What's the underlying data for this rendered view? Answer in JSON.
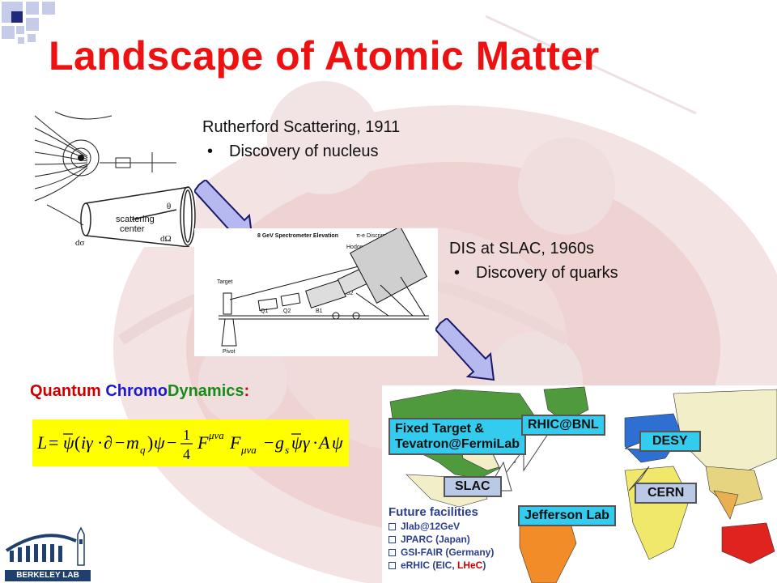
{
  "slide": {
    "title": "Landscape of Atomic Matter"
  },
  "rutherford": {
    "heading": "Rutherford Scattering, 1911",
    "bullet": "Discovery of nucleus",
    "figure_labels": [
      "scattering",
      "center",
      "dσ",
      "dΩ",
      "θ"
    ]
  },
  "dis": {
    "heading": "DIS at SLAC, 1960s",
    "bullet": "Discovery of quarks",
    "figure_labels": {
      "title": "8 GeV Spectrometer Elevation",
      "discriminator": "π-e Discriminator",
      "hodoscopes": "Hodoscopes",
      "target": "Target",
      "pivot": "Pivot",
      "q1": "Q1",
      "q2": "Q2",
      "b1": "B1",
      "b2": "B2",
      "q3": "Q3"
    }
  },
  "qcd": {
    "label_parts": [
      {
        "text": "Quantum ",
        "color": "#cc0000"
      },
      {
        "text": "Chromo",
        "color": "#1a1acc"
      },
      {
        "text": "Dynamics",
        "color": "#1a8a1a"
      },
      {
        "text": ":",
        "color": "#cc0000"
      }
    ],
    "equation_color": "#000000",
    "equation_bg": "#ffff00"
  },
  "map": {
    "labels": {
      "fixed_target_line1": "Fixed Target &",
      "fixed_target_line2": "Tevatron@FermiLab",
      "rhic": "RHIC@BNL",
      "desy": "DESY",
      "slac": "SLAC",
      "cern": "CERN",
      "jlab": "Jefferson Lab"
    },
    "future_title": "Future facilities",
    "future_items": [
      {
        "text": "Jlab@12GeV",
        "color": "#2a3f8f"
      },
      {
        "text": "JPARC (Japan)",
        "color": "#2a3f8f"
      },
      {
        "text": "GSI-FAIR (Germany)",
        "color": "#2a3f8f"
      }
    ],
    "future_last": {
      "prefix": "eRHIC (EIC, ",
      "highlight": "LHeC",
      "suffix": ")",
      "prefix_color": "#2a3f8f",
      "highlight_color": "#cc0000"
    }
  },
  "logo": {
    "text": "BERKELEY LAB"
  },
  "colors": {
    "title": "#ee1111",
    "corner_navy": "#1f2a78",
    "corner_light": "#c6cce8",
    "arrow_fill": "#b5b9f0",
    "arrow_stroke": "#1a1a6a"
  }
}
